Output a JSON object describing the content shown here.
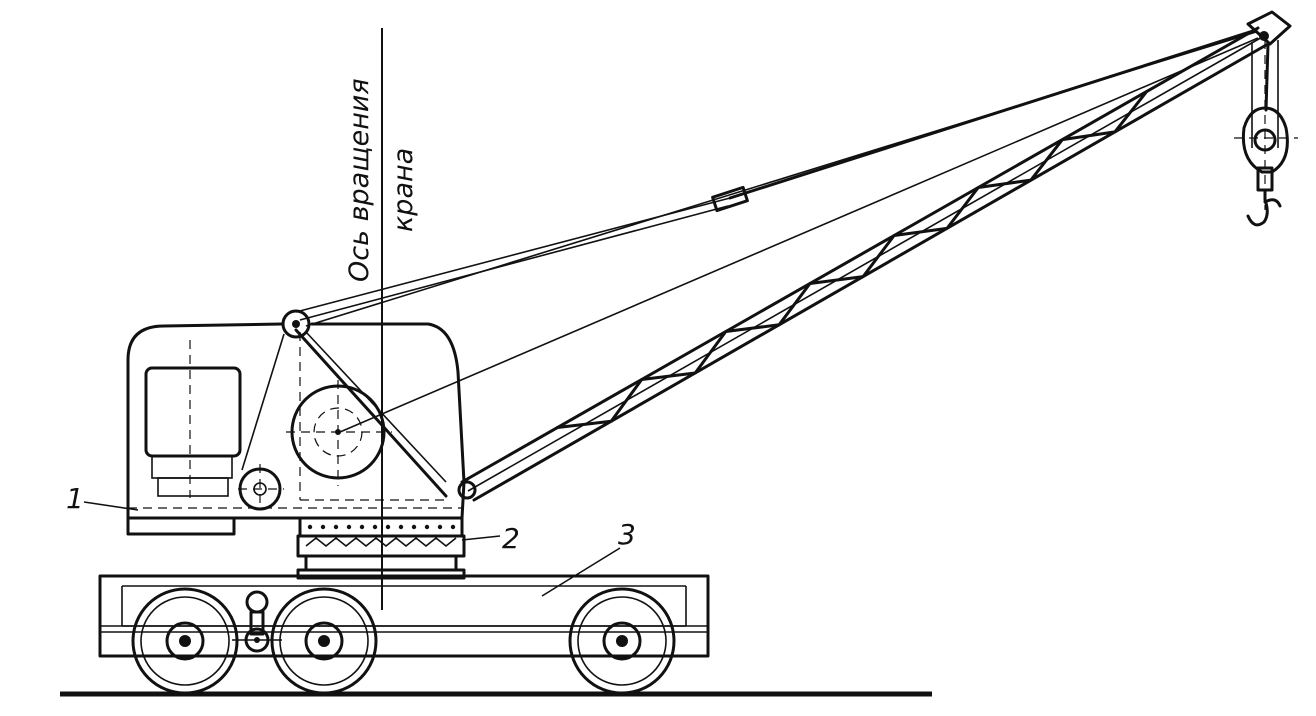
{
  "diagram": {
    "rotation_axis_label_line1": "Ось вращения",
    "rotation_axis_label_line2": "крана",
    "callouts": [
      {
        "id": "1",
        "text": "1"
      },
      {
        "id": "2",
        "text": "2"
      },
      {
        "id": "3",
        "text": "3"
      }
    ]
  },
  "colors": {
    "ink": "#111111",
    "paper": "#ffffff"
  }
}
